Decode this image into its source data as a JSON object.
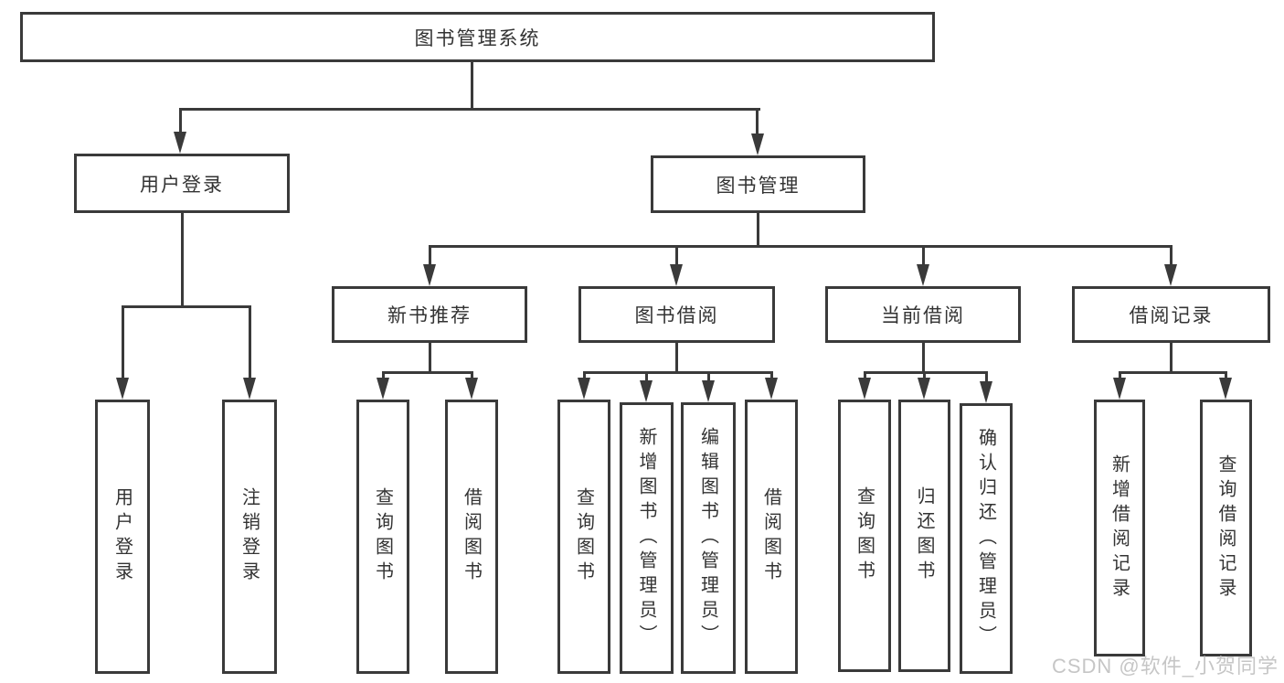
{
  "diagram": {
    "type": "hierarchy-tree",
    "title": "图书管理系统",
    "colors": {
      "line": "#3a3a3a",
      "text": "#333333",
      "box_background": "#ffffff",
      "watermark": "#c6c6c6"
    }
  },
  "tree": {
    "root": {
      "label": "图书管理系统",
      "children": [
        {
          "label": "用户登录",
          "children": [
            {
              "label": "用户登录"
            },
            {
              "label": "注销登录"
            }
          ]
        },
        {
          "label": "图书管理",
          "children": [
            {
              "label": "新书推荐",
              "children": [
                {
                  "label": "查询图书"
                },
                {
                  "label": "借阅图书"
                }
              ]
            },
            {
              "label": "图书借阅",
              "children": [
                {
                  "label": "查询图书"
                },
                {
                  "label": "新增图书（管理员）"
                },
                {
                  "label": "编辑图书（管理员）"
                },
                {
                  "label": "借阅图书"
                }
              ]
            },
            {
              "label": "当前借阅",
              "children": [
                {
                  "label": "查询图书"
                },
                {
                  "label": "归还图书"
                },
                {
                  "label": "确认归还（管理员）"
                }
              ]
            },
            {
              "label": "借阅记录",
              "children": [
                {
                  "label": "新增借阅记录"
                },
                {
                  "label": "查询借阅记录"
                }
              ]
            }
          ]
        }
      ]
    }
  },
  "watermark": {
    "text": "CSDN @软件_小贺同学"
  }
}
